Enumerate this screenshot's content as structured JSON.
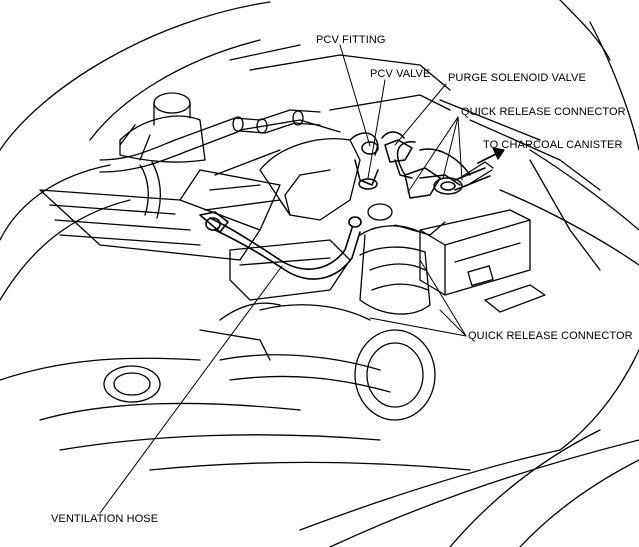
{
  "diagram": {
    "labels": {
      "pcv_fitting": "PCV FITTING",
      "pcv_valve": "PCV VALVE",
      "purge_solenoid_valve": "PURGE SOLENOID VALVE",
      "quick_release_connector_top": "QUICK RELEASE CONNECTOR",
      "to_charcoal_canister": "TO CHARCOAL CANISTER",
      "quick_release_connector_bottom": "QUICK RELEASE CONNECTOR",
      "ventilation_hose": "VENTILATION HOSE"
    }
  }
}
